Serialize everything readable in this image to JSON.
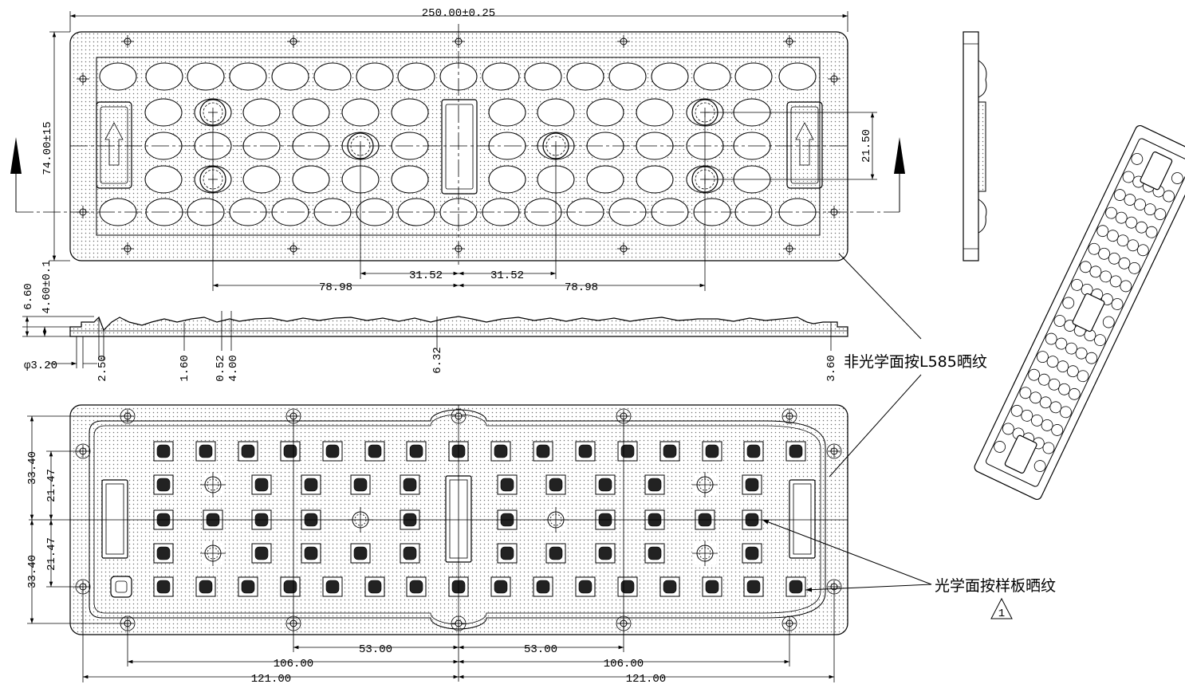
{
  "dimensions": {
    "overall_length": "250.00±0.25",
    "overall_width": "74.00±15",
    "row_pitch": "21.50",
    "top_hole_31": "31.52",
    "top_hole_78": "78.98",
    "side_660": "6.60",
    "side_460": "4.60±0.1",
    "side_phi": "φ3.20",
    "side_250": "2.50",
    "side_160": "1.60",
    "side_052": "0.52",
    "side_400": "4.00",
    "side_632": "6.32",
    "side_360": "3.60",
    "bottom_3340": "33.40",
    "bottom_2147": "21.47",
    "bottom_5300": "53.00",
    "bottom_10600": "106.00",
    "bottom_12100": "121.00"
  },
  "notes": {
    "non_optical": "非光学面按L585晒纹",
    "optical": "光学面按样板晒纹",
    "revision_mark": "1"
  }
}
